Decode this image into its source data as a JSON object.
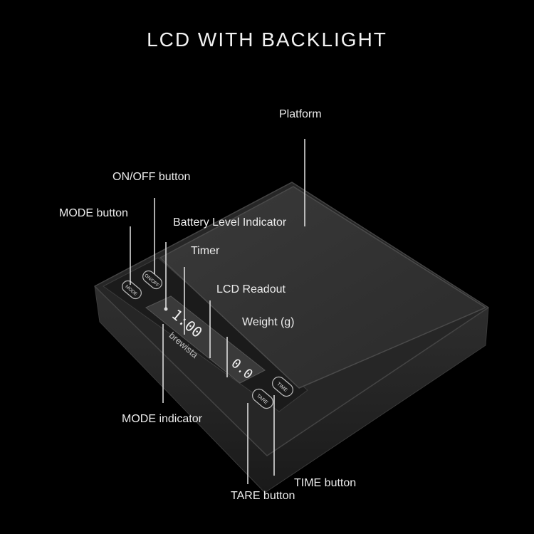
{
  "title": "LCD WITH BACKLIGHT",
  "brand": "brewista",
  "lcd": {
    "timer_display": "1:00",
    "weight_display": "0.0"
  },
  "buttons": {
    "mode": "MODE",
    "onoff": "ON/OFF",
    "tare": "TARE",
    "time": "TIME"
  },
  "callouts": {
    "platform": "Platform",
    "onoff_button": "ON/OFF button",
    "mode_button": "MODE button",
    "battery": "Battery Level Indicator",
    "timer": "Timer",
    "lcd_readout": "LCD Readout",
    "weight": "Weight (g)",
    "mode_indicator": "MODE indicator",
    "time_button": "TIME button",
    "tare_button": "TARE button"
  },
  "colors": {
    "background": "#000000",
    "scale_body": "#2a2a2a",
    "text": "#ececec"
  }
}
